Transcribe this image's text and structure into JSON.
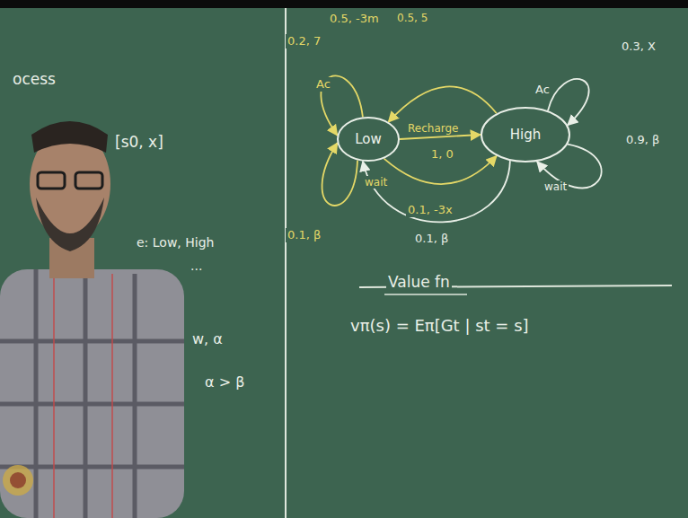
{
  "diagram": {
    "nodes": [
      {
        "text": [
          "Low"
        ]
      },
      {
        "text": [
          "High"
        ]
      }
    ],
    "edges": [
      {
        "from": 0,
        "to": 1,
        "label": "1, 0",
        "arrow": "to"
      },
      {
        "from": 0,
        "to": 0,
        "label": "0.2, 7",
        "arrow": "to"
      },
      {
        "from": 1,
        "to": 0,
        "label": "0.5, -3m",
        "arrow": "to"
      },
      {
        "from": 1,
        "to": 1,
        "label": "0.3, X",
        "arrow": "to"
      },
      {
        "from": 1,
        "to": 1,
        "label": "0.9, β",
        "arrow": "to"
      },
      {
        "from": 0,
        "to": 0,
        "label": "0.1, β",
        "arrow": "to"
      },
      {
        "from": 0,
        "to": 1,
        "label": "0.1, -3x",
        "arrow": "to"
      },
      {
        "from": 1,
        "to": 0,
        "label": "0.1, β",
        "arrow": "to"
      }
    ],
    "labels": [
      "Recharge",
      "Ac",
      "Ac",
      "wait",
      "wait",
      "0.5, 5",
      "Value fn",
      "vπ(s) = Eπ[Gt | st = s]",
      "ocess",
      "[s0, x]",
      "e: Low, High",
      "...",
      "w, α",
      "α > β"
    ]
  }
}
